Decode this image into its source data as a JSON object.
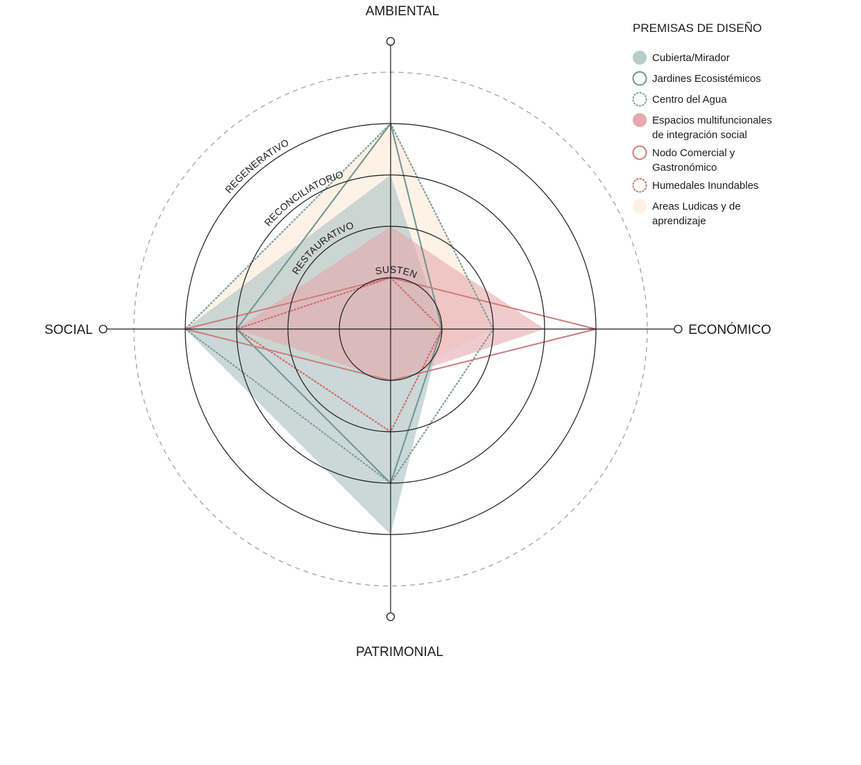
{
  "chart_data": {
    "type": "radar",
    "axes": [
      "AMBIENTAL",
      "ECONÓMICO",
      "PATRIMONIAL",
      "SOCIAL"
    ],
    "levels": [
      "SUSTENTABLE",
      "RESTAURATIVO",
      "RECONCILIATORIO",
      "REGENERATIVO"
    ],
    "range": [
      0,
      5
    ],
    "legend_title": "PREMISAS DE DISEÑO",
    "series": [
      {
        "name": "Areas Ludicas y de aprendizaje",
        "style": "fill",
        "color": "#fdf1e2",
        "values": [
          4,
          2,
          1,
          4
        ]
      },
      {
        "name": "Cubierta/Mirador",
        "style": "fill",
        "color": "#b9cbcb",
        "values": [
          3,
          1,
          4,
          4
        ]
      },
      {
        "name": "Espacios multifuncionales de integración social",
        "style": "fill",
        "color": "#e6a9ad",
        "values": [
          2,
          3,
          1,
          3
        ]
      },
      {
        "name": "Jardines Ecosistémicos",
        "style": "line",
        "color": "#6e9292",
        "values": [
          4,
          1,
          3,
          3
        ]
      },
      {
        "name": "Centro del Agua",
        "style": "dotted",
        "color": "#7d9c9c",
        "values": [
          4,
          2,
          3,
          4
        ]
      },
      {
        "name": "Nodo Comercial y Gastronómico",
        "style": "line",
        "color": "#cc7a7a",
        "values": [
          1,
          4,
          1,
          4
        ]
      },
      {
        "name": "Humedales Inundables",
        "style": "dotted",
        "color": "#d46a6a",
        "values": [
          1,
          1,
          2,
          3
        ]
      }
    ],
    "legend": [
      {
        "lines": [
          "Cubierta/Mirador"
        ],
        "marker": "fill",
        "color": "#b9cbcb"
      },
      {
        "lines": [
          "Jardines Ecosistémicos"
        ],
        "marker": "ring",
        "color": "#6e9292"
      },
      {
        "lines": [
          "Centro del Agua"
        ],
        "marker": "dotted",
        "color": "#7d9c9c"
      },
      {
        "lines": [
          "Espacios multifuncionales",
          "de integración social"
        ],
        "marker": "fill",
        "color": "#e6a9ad"
      },
      {
        "lines": [
          "Nodo Comercial y",
          "Gastronómico"
        ],
        "marker": "ring",
        "color": "#cc7a7a"
      },
      {
        "lines": [
          "Humedales Inundables"
        ],
        "marker": "dotted",
        "color": "#d46a6a"
      },
      {
        "lines": [
          "Areas Ludicas y de",
          "aprendizaje"
        ],
        "marker": "fill",
        "color": "#fdf1e2"
      }
    ]
  }
}
